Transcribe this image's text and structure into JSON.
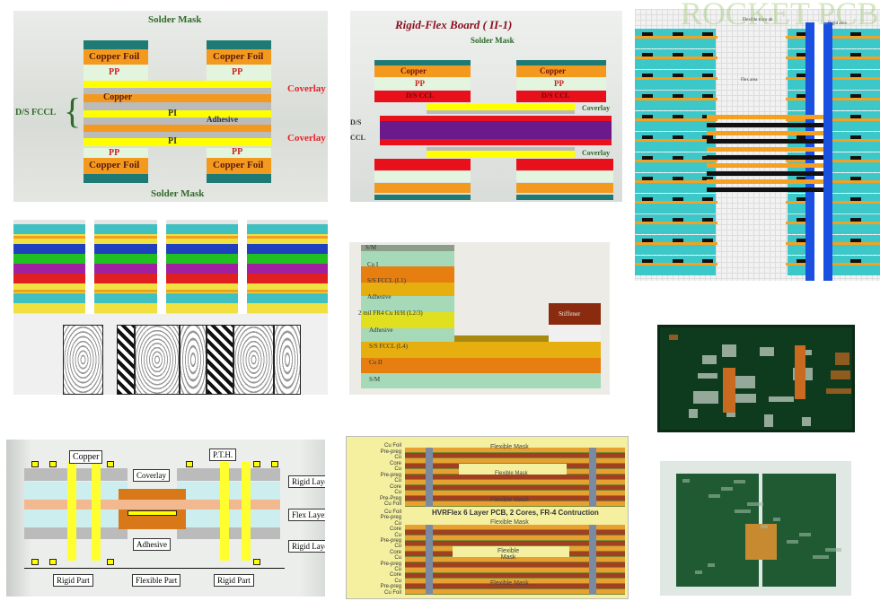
{
  "panels": {
    "p1": {
      "solder_mask_top": "Solder Mask",
      "solder_mask_bottom": "Solder Mask",
      "copper_foil": "Copper Foil",
      "pp": "PP",
      "coverlay": "Coverlay",
      "copper": "Copper",
      "pi": "PI",
      "adhesive": "Adhesive",
      "ds_fccl": "D/S  FCCL"
    },
    "p2": {
      "title": "Rigid-Flex Board ( II-1)",
      "solder_mask": "Solder Mask",
      "copper": "Copper",
      "pp": "PP",
      "ds_ccl": "D/S CCL",
      "coverlay": "Coverlay",
      "ds": "D/S",
      "ccl": "CCL"
    },
    "p3": {
      "watermark": "ROCKET  PCB",
      "top_label": "Flexible trace ab",
      "via_label": "Rigid area",
      "flex_area": "Flex area"
    },
    "p5": {
      "layers": [
        "S/M",
        "Cu I",
        "S/S FCCL (L1)",
        "Adhesive",
        "2 mil FR4 Cu H/H (L2/3)",
        "Adhesive",
        "S/S FCCL (L4)",
        "Cu II",
        "S/M"
      ],
      "stiffener": "Stiffener"
    },
    "p7": {
      "copper": "Copper",
      "pth": "P.T.H.",
      "coverlay": "Coverlay",
      "adhesive": "Adhesive",
      "rigid_layer_top": "Rigid Layer",
      "flex_layer": "Flex Layer",
      "rigid_layer_bottom": "Rigid Layer",
      "rigid_part_left": "Rigid Part",
      "flexible_part": "Flexible Part",
      "rigid_part_right": "Rigid Part"
    },
    "p8": {
      "title": "HVRFlex 6 Layer PCB, 2 Cores, FR-4 Contruction",
      "flexible_mask": "Flexible Mask",
      "top_labels": [
        "Cu Foil",
        "Pre-preg",
        "Cu",
        "Core",
        "Cu",
        "Pre-preg",
        "Cu",
        "Core",
        "Cu",
        "Pre-Preg",
        "Cu Foil"
      ],
      "bottom_labels": [
        "Cu Foil",
        "Pre-preg",
        "Cu",
        "Core",
        "Cu",
        "Pre-preg",
        "Cu",
        "Core",
        "Cu",
        "Pre-preg",
        "Cu",
        "Core",
        "Cu",
        "Pre-preg",
        "Cu Foil"
      ],
      "inner_mask_top": "Flexible Mask",
      "inner_mask_bottom": "Flexible\nMask"
    }
  },
  "colors": {
    "copper": "#f39a1e",
    "pp": "#e3f5de",
    "solder_mask": "#1e7a74",
    "coverlay": "#ffff00",
    "adhesive": "#c0c0c0",
    "red_label": "#e8202a",
    "green_label": "#2f6a2a"
  }
}
